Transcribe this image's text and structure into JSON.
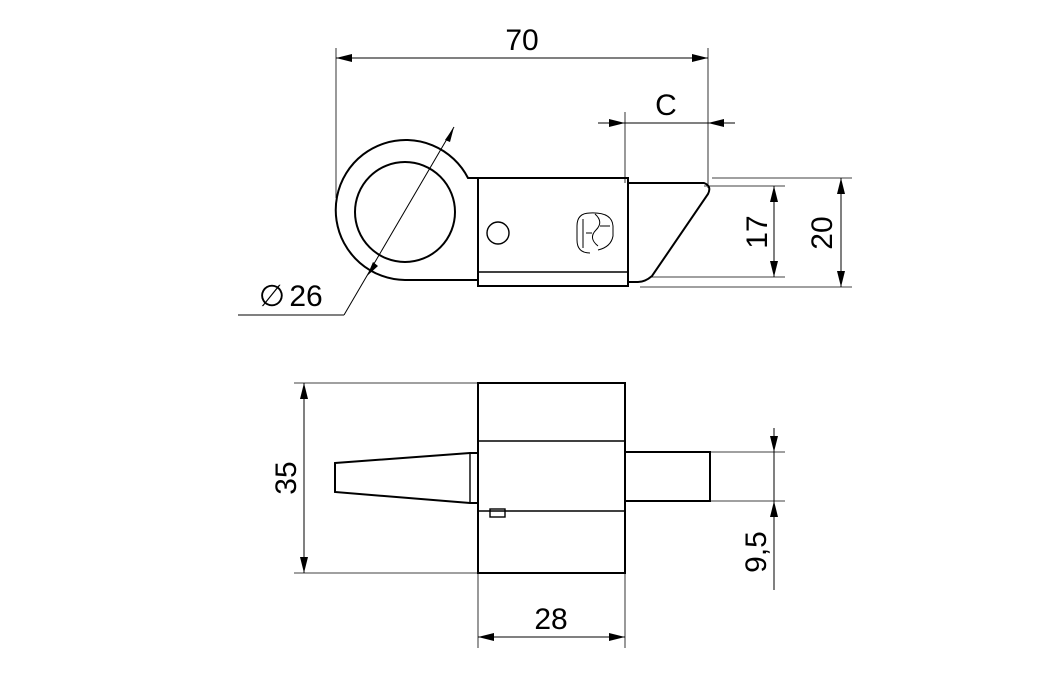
{
  "dimensions": {
    "overall_length": "70",
    "clearance": "C",
    "body_height": "17",
    "total_height": "20",
    "ring_diameter_symbol": "∅",
    "ring_diameter": "26",
    "width": "35",
    "pin_diameter": "9,5",
    "body_width": "28"
  },
  "colors": {
    "line": "#000000",
    "background": "#ffffff"
  },
  "icons": {
    "brand_mark": "logo-icon"
  }
}
